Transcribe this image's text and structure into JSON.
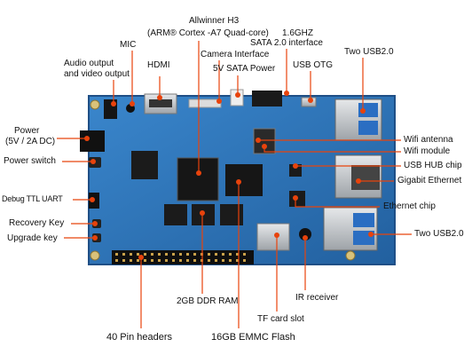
{
  "labels": {
    "cpu_line1": "Allwinner H3",
    "cpu_line2": "(ARM® Cortex  -A7 Quad-core)",
    "cpu_freq": "1.6GHZ",
    "mic": "MIC",
    "audio_line1": "Audio output",
    "audio_line2": "and video output",
    "hdmi": "HDMI",
    "camera": "Camera Interface",
    "sata20": "SATA 2.0 interface",
    "sata_power": "5V SATA Power",
    "usb_otg": "USB OTG",
    "two_usb_top": "Two USB2.0",
    "power_line1": "Power",
    "power_line2": "(5V / 2A DC)",
    "power_switch": "Power switch",
    "debug_uart": "Debug  TTL  UART",
    "recovery_key": "Recovery Key",
    "upgrade_key": "Upgrade key",
    "wifi_antenna": "Wifi antenna",
    "wifi_module": "Wifi module",
    "usb_hub": "USB HUB chip",
    "gigabit": "Gigabit Ethernet",
    "ethernet_chip": "Ethernet chip",
    "two_usb_bottom": "Two USB2.0",
    "ddr": "2GB DDR RAM",
    "ir": "IR receiver",
    "tf": "TF card slot",
    "pin_headers": "40 Pin headers",
    "emmc": "16GB EMMC Flash"
  },
  "colors": {
    "board": "#2f73b8",
    "board_edge": "#1f4f86",
    "line": "#e8430c",
    "dot": "#e8430c",
    "chip": "#1b1b1b",
    "metal": "#c9ccd0",
    "gold": "#c9a24a"
  }
}
